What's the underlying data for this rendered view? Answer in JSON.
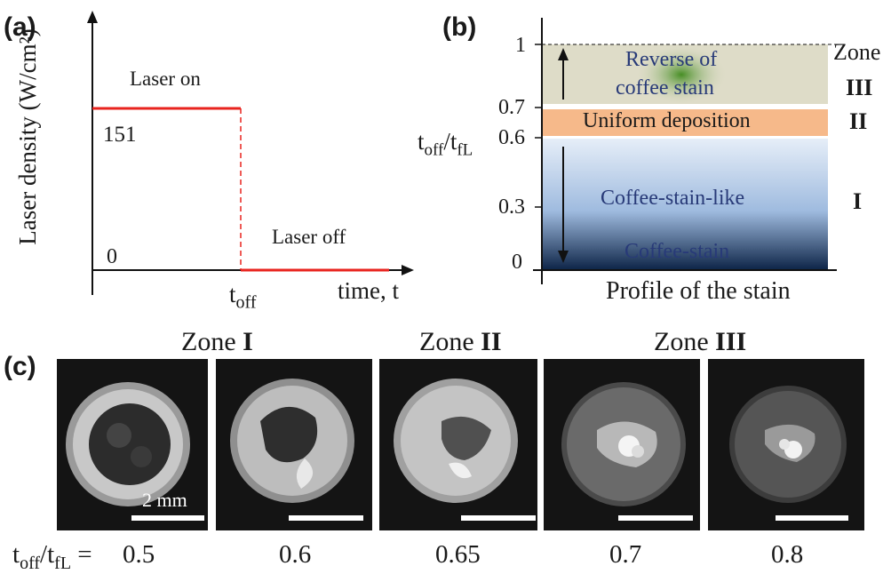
{
  "panel_a": {
    "label": "(a)",
    "ylabel": "Laser density (W/cm²)",
    "xlabel": "time, t",
    "tick_151": "151",
    "tick_0": "0",
    "toff_main": "t",
    "toff_sub": "off",
    "laser_on": "Laser on",
    "laser_off": "Laser off",
    "line_color": "#e8231e"
  },
  "panel_b": {
    "label": "(b)",
    "ylabel_main_1": "t",
    "ylabel_sub_1": "off",
    "ylabel_slash": "/t",
    "ylabel_sub_2": "fL",
    "xlabel": "Profile of the stain",
    "zone_header": "Zone",
    "ticks": [
      "1",
      "0.7",
      "0.6",
      "0.3",
      "0"
    ],
    "zones": [
      "III",
      "II",
      "I"
    ],
    "reverse_line1": "Reverse of",
    "reverse_line2": "coffee stain",
    "uniform": "Uniform deposition",
    "coffee_like": "Coffee-stain-like",
    "coffee": "Coffee-stain",
    "colors": {
      "zone3": "#dedcc8",
      "zone2": "#f6b98a",
      "zone1_top": "#e6eef8",
      "zone1_bottom": "#0d2447",
      "text_blue": "#283a78",
      "green_blob": "#3f8a1c"
    }
  },
  "panel_c": {
    "label": "(c)",
    "zone_prefix": "Zone ",
    "zone_headers": [
      "I",
      "II",
      "III"
    ],
    "scale_label": "2 mm",
    "ratio_main": "t",
    "ratio_sub_1": "off",
    "ratio_slash": "/t",
    "ratio_sub_2": "fL",
    "ratio_eq": " =",
    "values": [
      "0.5",
      "0.6",
      "0.65",
      "0.7",
      "0.8"
    ]
  }
}
